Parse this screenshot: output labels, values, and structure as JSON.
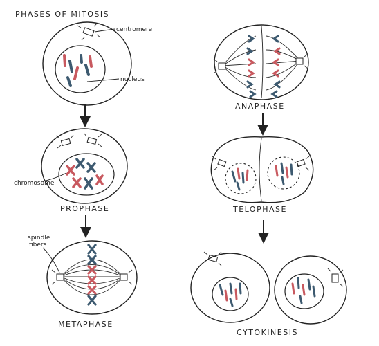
{
  "title": "PHASES OF MITOSIS",
  "labels": {
    "centromere": "centromere",
    "nucleus": "nucleus",
    "chromosome": "chromosome",
    "spindle_fibers_line1": "spindle",
    "spindle_fibers_line2": "fibers"
  },
  "phases": {
    "prophase": "PROPHASE",
    "metaphase": "METAPHASE",
    "anaphase": "ANAPHASE",
    "telophase": "TELOPHASE",
    "cytokinesis": "CYTOKINESIS"
  },
  "colors": {
    "red": "#c8595f",
    "blue": "#3d5a70",
    "ink": "#222222"
  }
}
